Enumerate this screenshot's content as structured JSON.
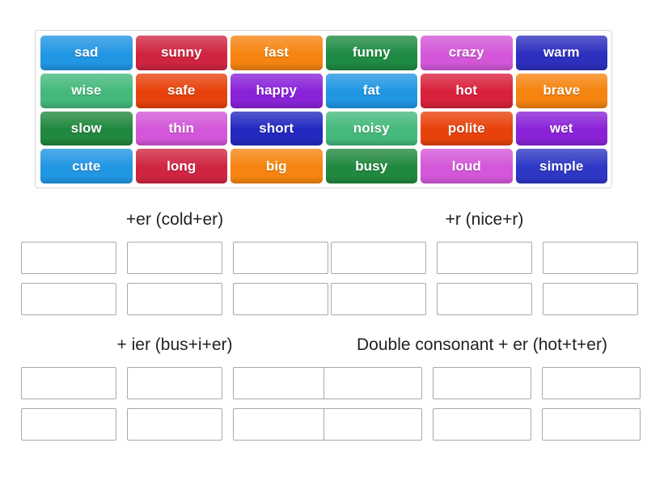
{
  "activity": {
    "type": "group-sort",
    "word_bank": {
      "columns": 6,
      "rows": 4,
      "tiles": [
        {
          "label": "sad",
          "color": "#2196e3"
        },
        {
          "label": "sunny",
          "color": "#cf2541"
        },
        {
          "label": "fast",
          "color": "#f68410"
        },
        {
          "label": "funny",
          "color": "#1f8b44"
        },
        {
          "label": "crazy",
          "color": "#d357d8"
        },
        {
          "label": "warm",
          "color": "#2d2fbe"
        },
        {
          "label": "wise",
          "color": "#45b97c"
        },
        {
          "label": "safe",
          "color": "#e8420c"
        },
        {
          "label": "happy",
          "color": "#8a23d8"
        },
        {
          "label": "fat",
          "color": "#2196e3"
        },
        {
          "label": "hot",
          "color": "#d8213c"
        },
        {
          "label": "brave",
          "color": "#f68410"
        },
        {
          "label": "slow",
          "color": "#21883f"
        },
        {
          "label": "thin",
          "color": "#d357d8"
        },
        {
          "label": "short",
          "color": "#2329c0"
        },
        {
          "label": "noisy",
          "color": "#45b97c"
        },
        {
          "label": "polite",
          "color": "#e8420c"
        },
        {
          "label": "wet",
          "color": "#8a23d8"
        },
        {
          "label": "cute",
          "color": "#2196e3"
        },
        {
          "label": "long",
          "color": "#cf2541"
        },
        {
          "label": "big",
          "color": "#f68410"
        },
        {
          "label": "busy",
          "color": "#21883f"
        },
        {
          "label": "loud",
          "color": "#d357d8"
        },
        {
          "label": "simple",
          "color": "#2d37c4"
        }
      ]
    },
    "groups": [
      {
        "title": "+er (cold+er)",
        "slot_count": 6,
        "slots": [
          "",
          "",
          "",
          "",
          "",
          ""
        ]
      },
      {
        "title": "+r (nice+r)",
        "slot_count": 6,
        "slots": [
          "",
          "",
          "",
          "",
          "",
          ""
        ]
      },
      {
        "title": "+ ier (bus+i+er)",
        "slot_count": 6,
        "slots": [
          "",
          "",
          "",
          "",
          "",
          ""
        ]
      },
      {
        "title": "Double consonant + er (hot+t+er)",
        "slot_count": 6,
        "slots": [
          "",
          "",
          "",
          "",
          "",
          ""
        ]
      }
    ],
    "colors": {
      "page_background": "#ffffff",
      "bank_border": "#d8d8d8",
      "slot_border": "#a9a9a9",
      "title_text": "#222222",
      "tile_text": "#ffffff"
    }
  }
}
